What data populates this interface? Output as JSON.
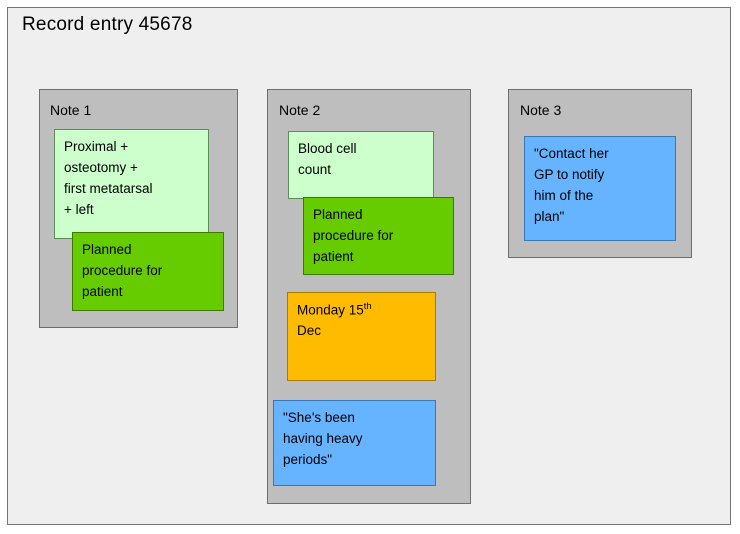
{
  "record": {
    "title": "Record entry 45678"
  },
  "groups": [
    {
      "title": "Note 1",
      "cards": [
        {
          "text": "Proximal +\nosteotomy +\nfirst metatarsal\n+ left",
          "color": "#ccffcc"
        },
        {
          "text": "Planned\nprocedure for\npatient",
          "color": "#66cc00"
        }
      ]
    },
    {
      "title": "Note 2",
      "cards": [
        {
          "text": "Blood cell\ncount",
          "color": "#ccffcc"
        },
        {
          "text": "Planned\nprocedure for\npatient",
          "color": "#66cc00"
        },
        {
          "text_main": "Monday 15",
          "text_sup": "th",
          "text_rest": "\nDec",
          "color": "#ffbb00"
        },
        {
          "text": "\"She's been\nhaving heavy\nperiods\"",
          "color": "#66b3ff"
        }
      ]
    },
    {
      "title": "Note 3",
      "cards": [
        {
          "text": "\"Contact her\nGP to notify\nhim of the\nplan\"",
          "color": "#66b3ff"
        }
      ]
    }
  ]
}
